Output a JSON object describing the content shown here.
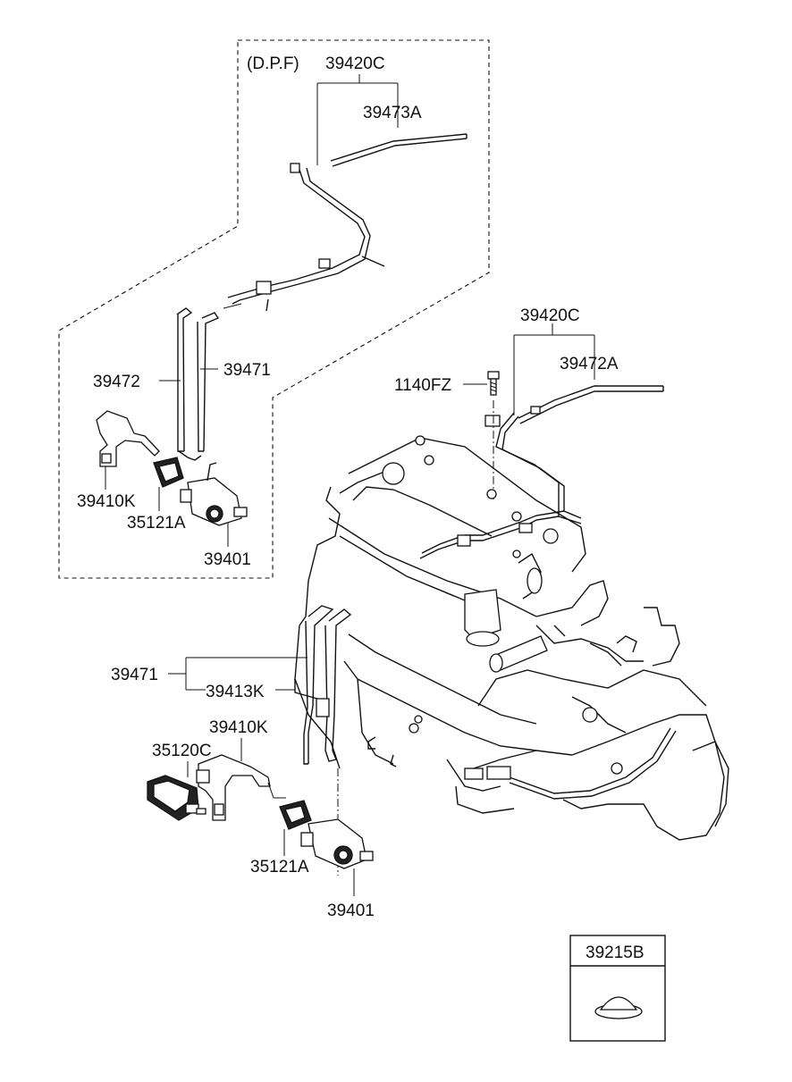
{
  "dpf_group": {
    "title": "(D.P.F)",
    "labels": {
      "pipe_assy": "39420C",
      "pipe_main": "39473A",
      "hose_left": "39472",
      "hose_right": "39471",
      "bracket": "39410K",
      "insulator": "35121A",
      "valve": "39401"
    }
  },
  "main_group": {
    "labels": {
      "pipe_assy": "39420C",
      "pipe_main": "39472A",
      "bolt": "1140FZ",
      "hose": "39471",
      "hose_clip": "39413K",
      "bracket": "39410K",
      "sensor": "35120C",
      "insulator": "35121A",
      "valve": "39401"
    }
  },
  "inset": {
    "label": "39215B"
  }
}
